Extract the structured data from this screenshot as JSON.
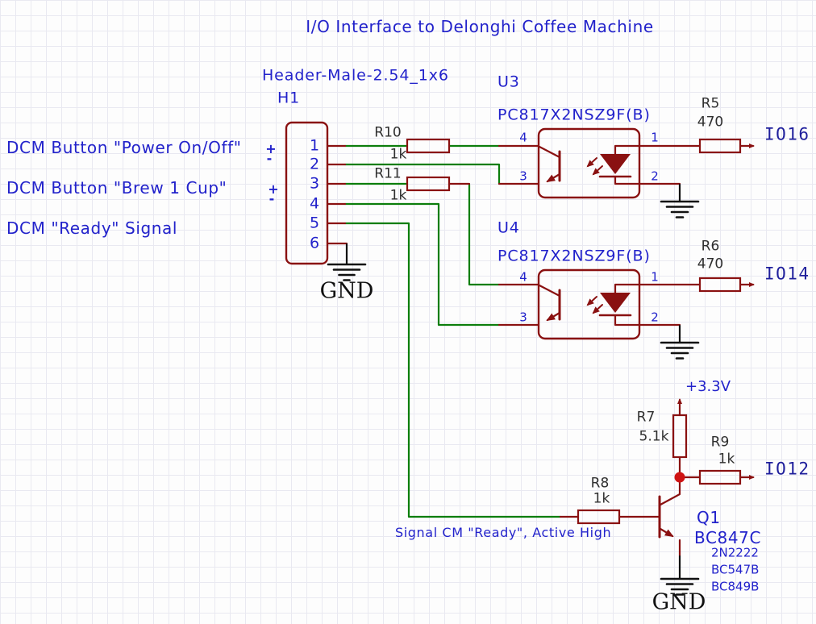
{
  "title": "I/O Interface to Delonghi Coffee Machine",
  "connector": {
    "name": "Header-Male-2.54_1x6",
    "ref": "H1",
    "pins": [
      "1",
      "2",
      "3",
      "4",
      "5",
      "6"
    ]
  },
  "inputs": [
    {
      "label": "DCM Button \"Power On/Off\"",
      "plus": "+",
      "minus": "-"
    },
    {
      "label": "DCM Button \"Brew 1 Cup\"",
      "plus": "+",
      "minus": "-"
    },
    {
      "label": "DCM \"Ready\" Signal"
    }
  ],
  "optocouplers": {
    "u3": {
      "ref": "U3",
      "part": "PC817X2NSZ9F(B)",
      "pin_numbers": [
        "4",
        "3",
        "1",
        "2"
      ]
    },
    "u4": {
      "ref": "U4",
      "part": "PC817X2NSZ9F(B)",
      "pin_numbers": [
        "4",
        "3",
        "1",
        "2"
      ]
    }
  },
  "resistors": {
    "r10": {
      "ref": "R10",
      "value": "1k"
    },
    "r11": {
      "ref": "R11",
      "value": "1k"
    },
    "r5": {
      "ref": "R5",
      "value": "470"
    },
    "r6": {
      "ref": "R6",
      "value": "470"
    },
    "r7": {
      "ref": "R7",
      "value": "5.1k"
    },
    "r8": {
      "ref": "R8",
      "value": "1k"
    },
    "r9": {
      "ref": "R9",
      "value": "1k"
    }
  },
  "nets": {
    "io16": "IO16",
    "io14": "IO14",
    "io12": "IO12"
  },
  "power": {
    "rail": "+3.3V",
    "ground": "GND"
  },
  "transistor": {
    "ref": "Q1",
    "part": "BC847C",
    "alternates": [
      "2N2222",
      "BC547B",
      "BC849B"
    ]
  },
  "note": "Signal CM \"Ready\", Active High",
  "colors": {
    "wire_green": "#0c7e0c",
    "symbol_maroon": "#8a1111",
    "label_blue": "#2222cb",
    "net_label_navy": "#1f1f9c",
    "junction_red": "#cf1313",
    "grid": "#e9e9f1"
  }
}
